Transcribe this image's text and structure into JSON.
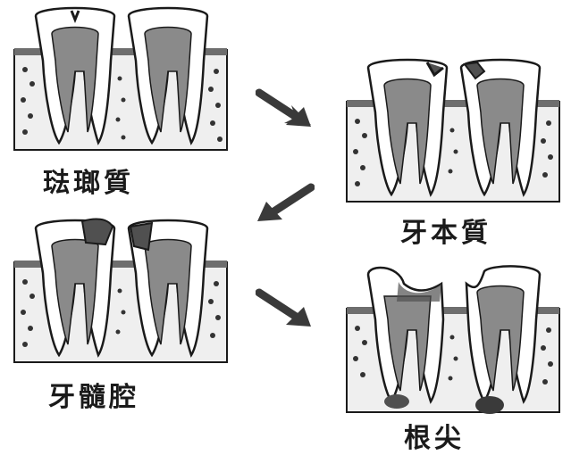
{
  "stages": [
    {
      "id": "enamel",
      "label": "琺瑯質"
    },
    {
      "id": "dentin",
      "label": "牙本質"
    },
    {
      "id": "pulp",
      "label": "牙髓腔"
    },
    {
      "id": "apex",
      "label": "根尖"
    }
  ],
  "colors": {
    "ink": "#1a1a1a",
    "bone": "#efefef",
    "gum_band": "#6e6e6e",
    "pulp": "#8a8a8a",
    "decay": "#505050",
    "arrow": "#3a3a3a"
  }
}
